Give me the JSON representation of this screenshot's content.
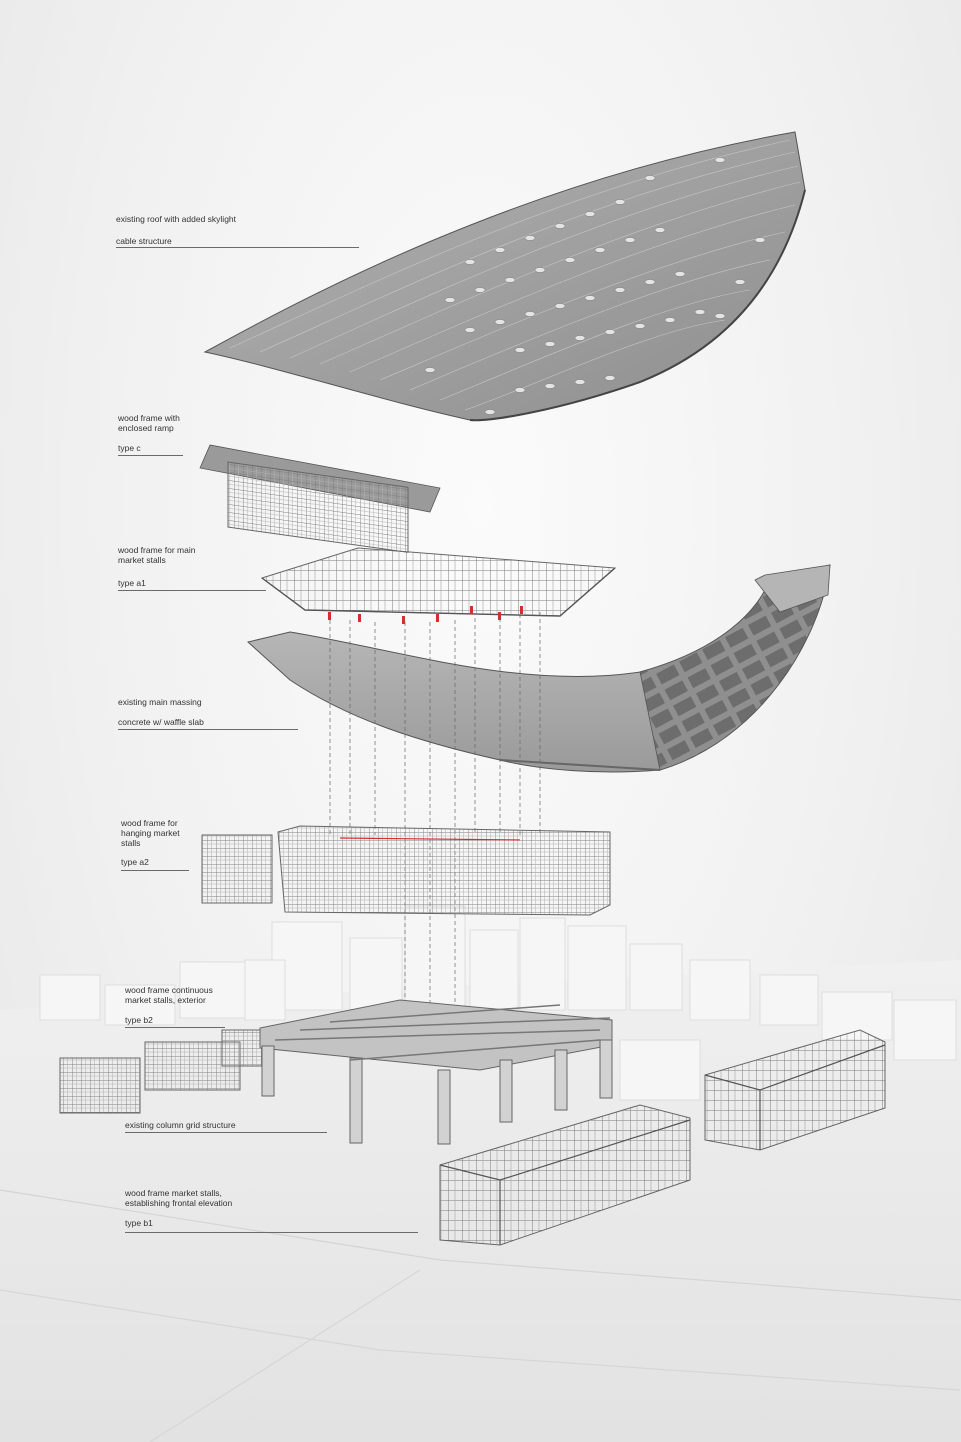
{
  "colors": {
    "accent": "#d23030",
    "structure": "#8a8a8a",
    "surface": "#9c9c9c",
    "context": "#f4f4f4"
  },
  "labels": {
    "roof_title": "existing roof with added skylight",
    "roof_type": "cable structure",
    "ramp_title": "wood frame with\nenclosed ramp",
    "ramp_type": "type c",
    "main_title": "wood frame for main\nmarket stalls",
    "main_type": "type a1",
    "massing_title": "existing main massing",
    "massing_type": "concrete w/ waffle slab",
    "hanging_title": "wood frame for\nhanging market\nstalls",
    "hanging_type": "type a2",
    "b2_title": "wood frame continuous\nmarket stalls, exterior",
    "b2_type": "type b2",
    "grid_title": "existing column grid structure",
    "b1_title": "wood frame market stalls,\nestablishing frontal elevation",
    "b1_type": "type b1"
  }
}
